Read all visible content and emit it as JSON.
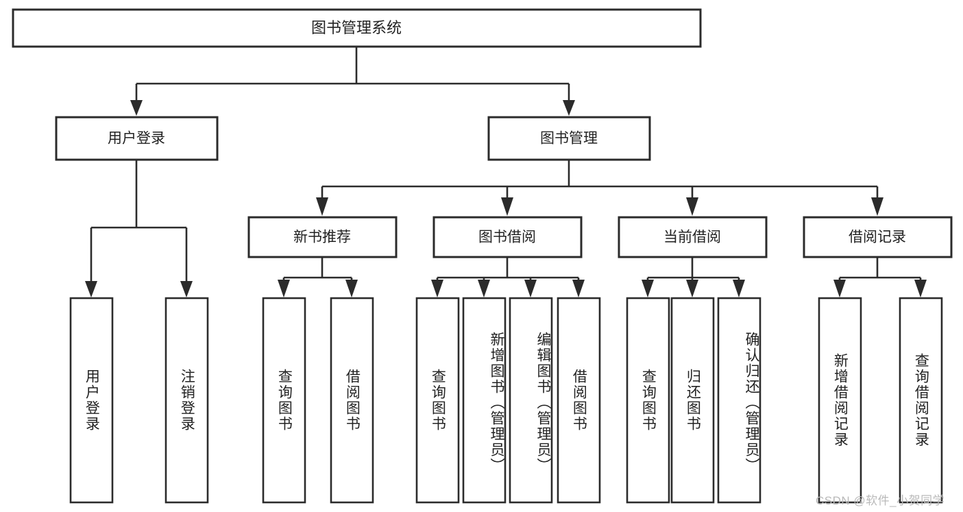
{
  "diagram": {
    "type": "tree-hierarchy",
    "orientation": "top-down",
    "root": {
      "id": "root",
      "label": "图书管理系统"
    },
    "level2": [
      {
        "id": "user-login",
        "label": "用户登录"
      },
      {
        "id": "book-manage",
        "label": "图书管理"
      }
    ],
    "level3": [
      {
        "id": "new-book-rec",
        "label": "新书推荐",
        "parent": "book-manage"
      },
      {
        "id": "book-borrow",
        "label": "图书借阅",
        "parent": "book-manage"
      },
      {
        "id": "current-borrow",
        "label": "当前借阅",
        "parent": "book-manage"
      },
      {
        "id": "borrow-record",
        "label": "借阅记录",
        "parent": "book-manage"
      }
    ],
    "leaves": [
      {
        "id": "leaf-user-login",
        "label": "用户登录",
        "parent": "user-login"
      },
      {
        "id": "leaf-logout-login",
        "label": "注销登录",
        "parent": "user-login"
      },
      {
        "id": "leaf-query-book-1",
        "label": "查询图书",
        "parent": "new-book-rec"
      },
      {
        "id": "leaf-borrow-book-1",
        "label": "借阅图书",
        "parent": "new-book-rec"
      },
      {
        "id": "leaf-query-book-2",
        "label": "查询图书",
        "parent": "book-borrow"
      },
      {
        "id": "leaf-add-book",
        "label": "新增图书（管理员）",
        "parent": "book-borrow"
      },
      {
        "id": "leaf-edit-book",
        "label": "编辑图书（管理员）",
        "parent": "book-borrow"
      },
      {
        "id": "leaf-borrow-book-2",
        "label": "借阅图书",
        "parent": "book-borrow"
      },
      {
        "id": "leaf-query-book-3",
        "label": "查询图书",
        "parent": "current-borrow"
      },
      {
        "id": "leaf-return-book",
        "label": "归还图书",
        "parent": "current-borrow"
      },
      {
        "id": "leaf-confirm-return",
        "label": "确认归还（管理员）",
        "parent": "current-borrow"
      },
      {
        "id": "leaf-add-record",
        "label": "新增借阅记录",
        "parent": "borrow-record"
      },
      {
        "id": "leaf-query-record",
        "label": "查询借阅记录",
        "parent": "borrow-record"
      }
    ],
    "colors": {
      "stroke": "#2b2b2b",
      "fill": "#ffffff",
      "text": "#222222",
      "background": "#ffffff",
      "watermark": "#b9b9b9"
    }
  },
  "watermark": {
    "text": "CSDN @软件_小贺同学"
  }
}
